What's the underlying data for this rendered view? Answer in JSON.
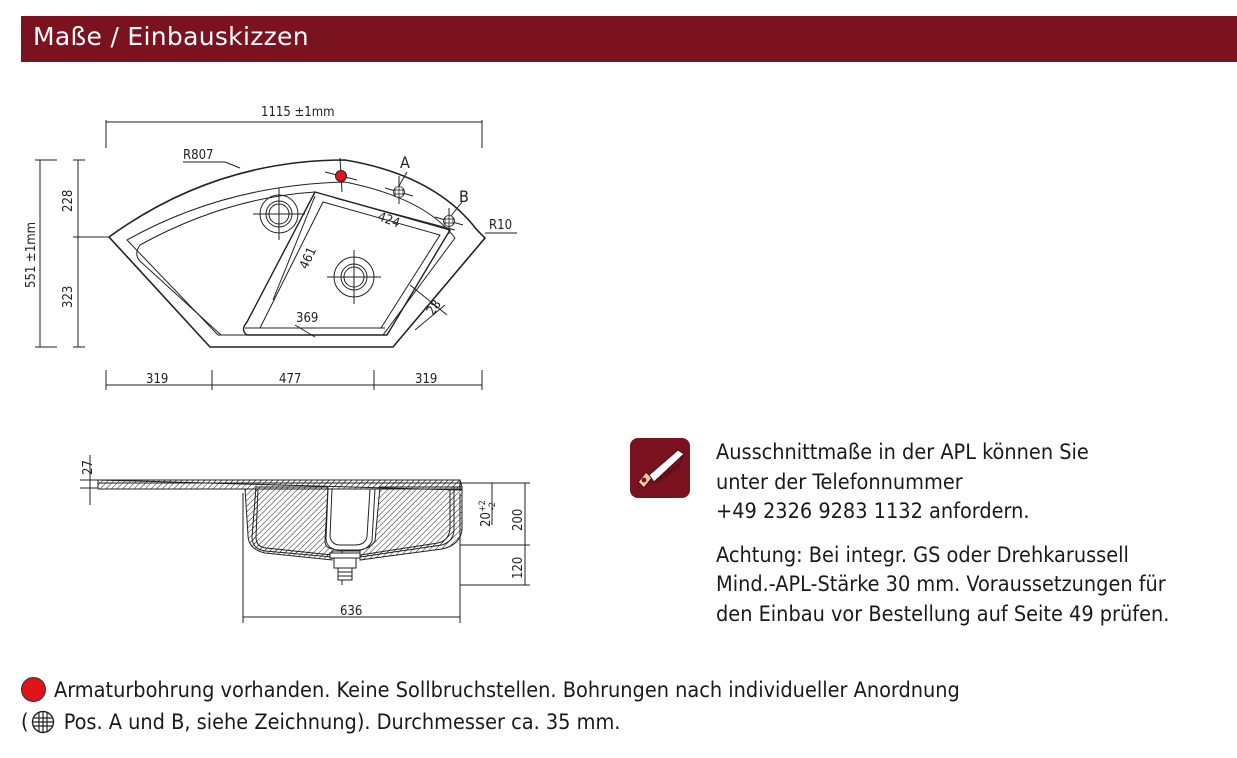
{
  "header": {
    "title": "Maße / Einbauskizzen"
  },
  "top_view": {
    "overall_width": "1115 ±1mm",
    "overall_depth": "551 ±1mm",
    "depth_top": "228",
    "depth_bottom": "323",
    "outer_radius": "R807",
    "corner_radius": "R10",
    "bowl_length": "424",
    "bowl_diag": "461",
    "bowl_base": "369",
    "rim": "28",
    "position_a": "A",
    "position_b": "B",
    "bottom_left": "319",
    "bottom_mid": "477",
    "bottom_right": "319"
  },
  "side_view": {
    "rim_thickness": "27",
    "bowl_depth": "200",
    "bowl_depth_tolerance": "20",
    "tol_plus": "+2",
    "tol_minus": "-2",
    "drain_height": "120",
    "width": "636"
  },
  "info": {
    "lines_1": [
      "Ausschnittmaße in der APL können Sie",
      "unter der Telefonnummer",
      "+49 2326 9283 1132 anfordern."
    ],
    "lines_2": [
      "Achtung: Bei integr. GS oder Drehkarussell",
      "Mind.-APL-Stärke 30 mm. Voraussetzungen für",
      "den Einbau vor Bestellung auf Seite 49 prüfen."
    ]
  },
  "footer": {
    "line1": "Armaturbohrung vorhanden. Keine Sollbruchstellen. Bohrungen nach individueller Anordnung",
    "line2_open": "(",
    "line2_rest": " Pos. A und B, siehe Zeichnung). Durchmesser ca. 35 mm."
  },
  "colors": {
    "header_bg": "#7a1220",
    "red_marker": "#e0141b",
    "icon_bg": "#7a1220",
    "icon_saw": "#f2c9a0"
  },
  "icons": {
    "saw": "saw-icon",
    "tap_hole": "red-dot-icon",
    "optional_hole": "grid-circle-icon"
  }
}
